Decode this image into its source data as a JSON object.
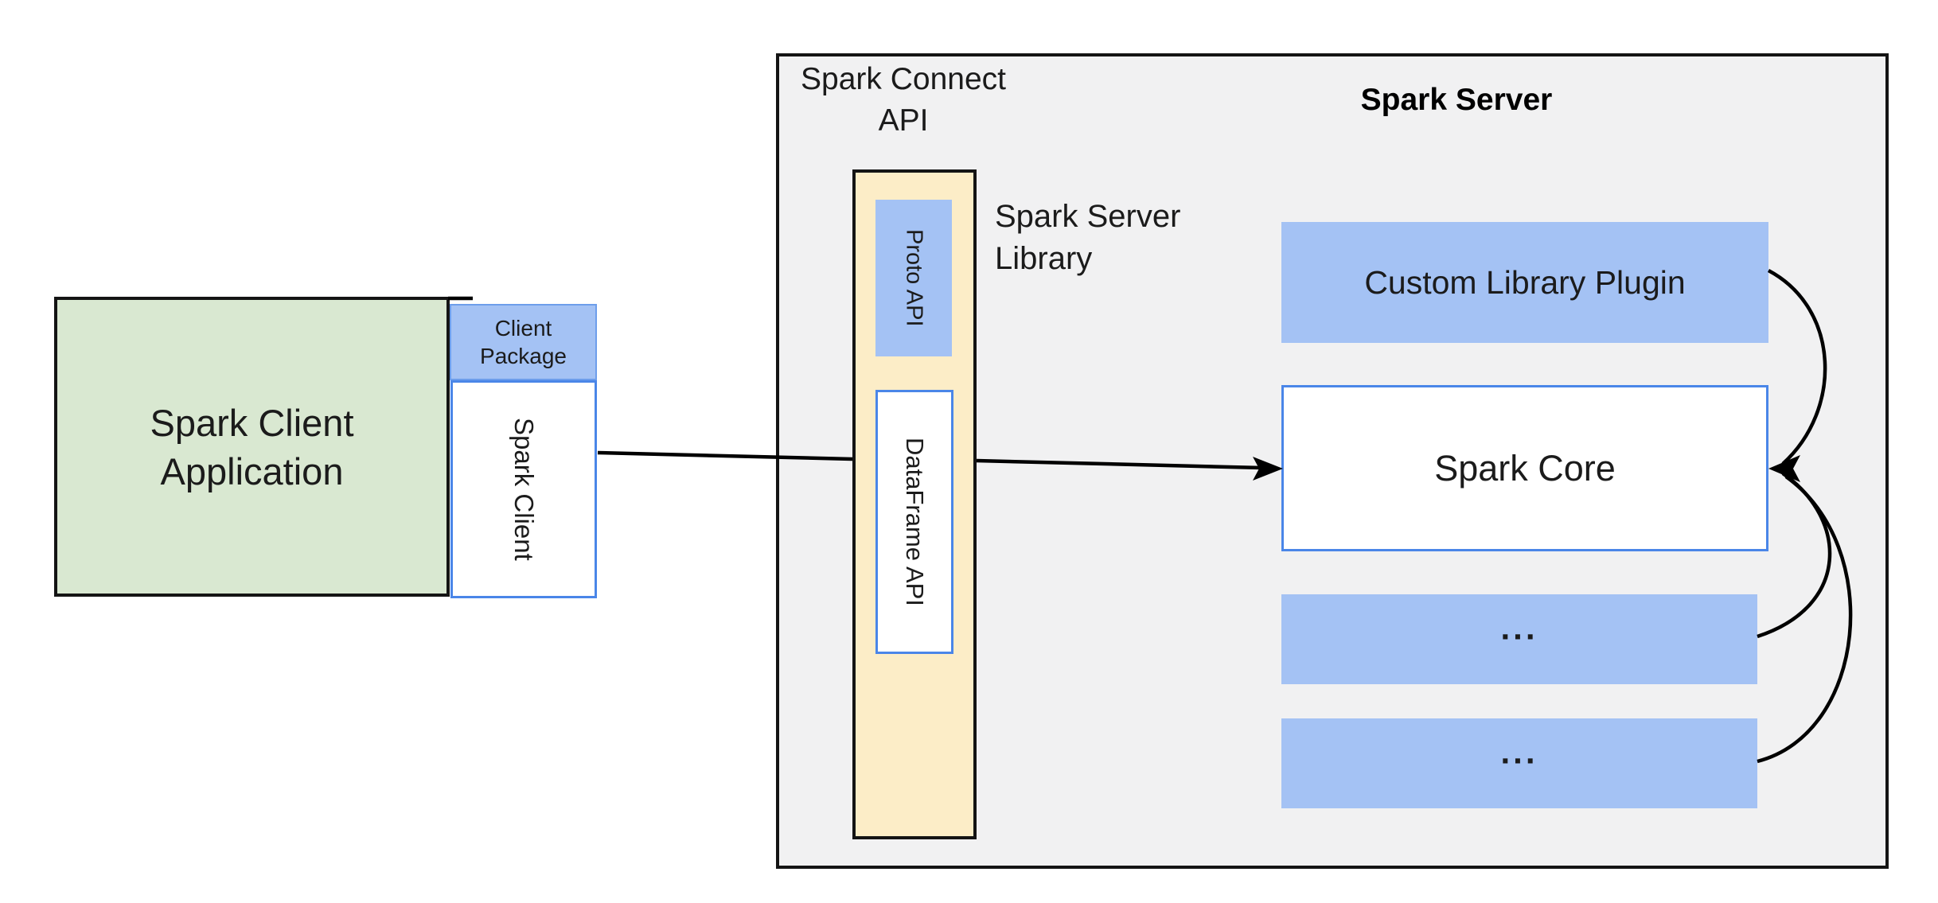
{
  "colors": {
    "canvas-bg": "#ffffff",
    "server-bg": "#f1f1f2",
    "green-fill": "#d9e8d1",
    "blue-fill": "#a4c2f4",
    "cream-fill": "#fcedc7",
    "blue-border": "#4a86e8",
    "line": "#000000",
    "text": "#1b1b1b"
  },
  "client_app": {
    "line1": "Spark Client",
    "line2": "Application"
  },
  "client_package": {
    "line1": "Client",
    "line2": "Package"
  },
  "spark_client": {
    "label": "Spark Client"
  },
  "connect_api": {
    "title_line1": "Spark Connect",
    "title_line2": "API",
    "proto": "Proto API",
    "dataframe": "DataFrame API"
  },
  "server_library": {
    "line1": "Spark Server",
    "line2": "Library"
  },
  "server": {
    "title": "Spark Server",
    "plugin": "Custom Library Plugin",
    "core": "Spark Core",
    "ellipsis_1": "...",
    "ellipsis_2": "..."
  }
}
